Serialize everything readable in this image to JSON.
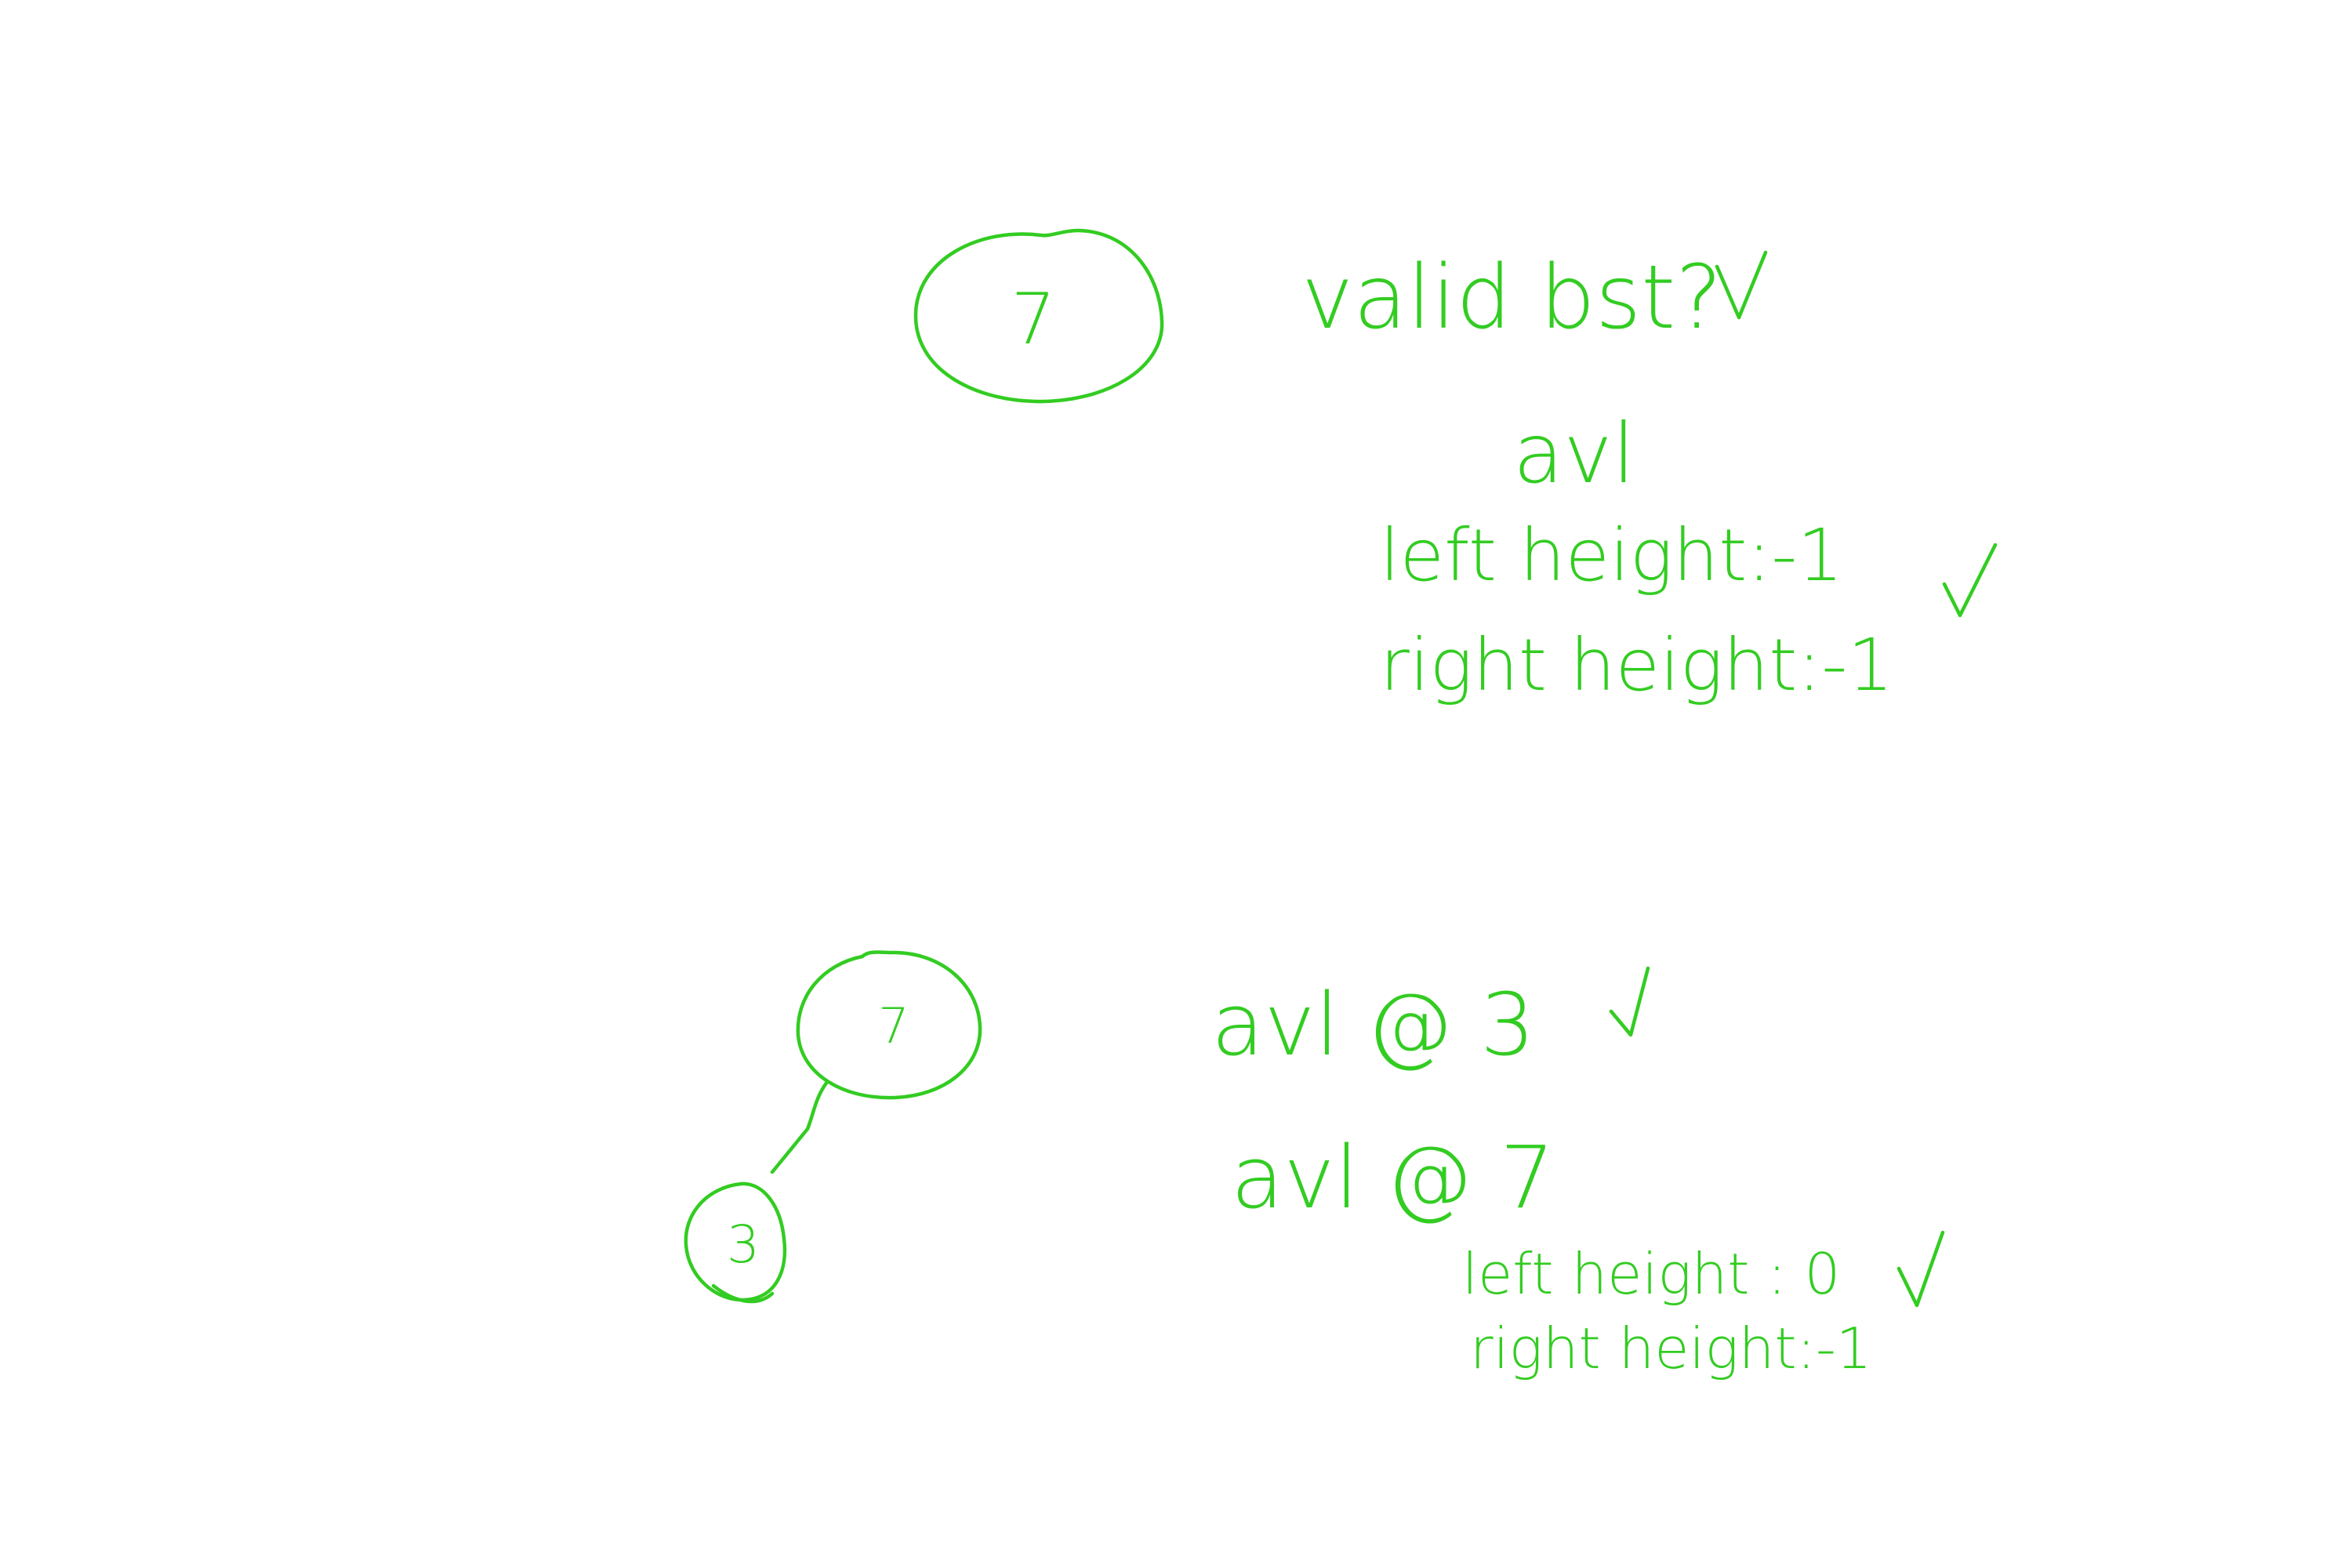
{
  "ink_color": "#33cc22",
  "tree1": {
    "root": "7"
  },
  "notes1": {
    "question": "valid bst?",
    "heading": "avl",
    "left_height": "left height:-1",
    "right_height": "right height:-1"
  },
  "tree2": {
    "root": "7",
    "left_child": "3"
  },
  "notes2": {
    "avl_at_3": "avl @ 3",
    "avl_at_7": "avl @ 7",
    "left_height": "left height : 0",
    "right_height": "right height:-1"
  }
}
